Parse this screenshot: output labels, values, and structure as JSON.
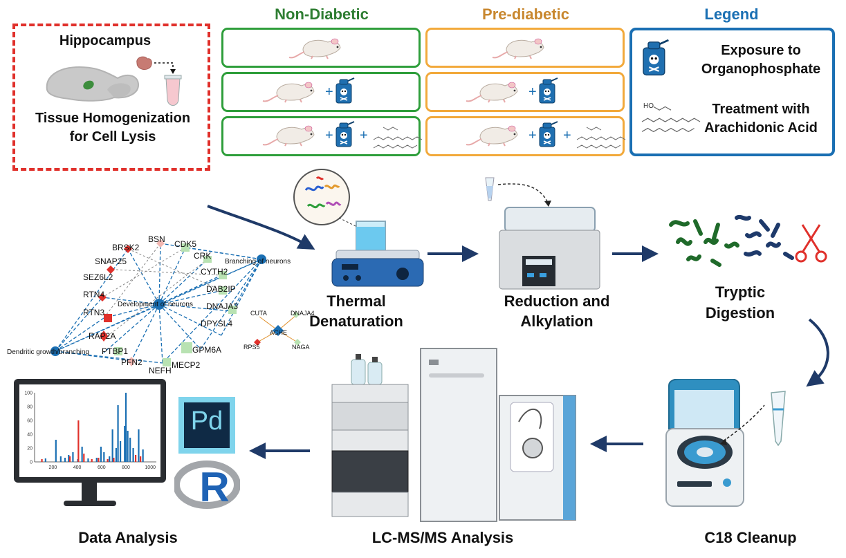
{
  "colors": {
    "non_diabetic": "#2e9e3b",
    "pre_diabetic": "#f2a93b",
    "legend": "#1a6fb3",
    "dashed_box": "#e0302b",
    "arrow": "#1f3a68"
  },
  "hippocampus": {
    "title": "Hippocampus",
    "line1": "Tissue Homogenization",
    "line2": "for Cell Lysis"
  },
  "groups": {
    "non_diabetic": "Non-Diabetic",
    "pre_diabetic": "Pre-diabetic",
    "legend": "Legend"
  },
  "legend": {
    "op_line1": "Exposure to",
    "op_line2": "Organophosphate",
    "aa_line1": "Treatment with",
    "aa_line2": "Arachidonic Acid",
    "ho_label": "HO"
  },
  "steps": {
    "thermal_1": "Thermal",
    "thermal_2": "Denaturation",
    "reduction_1": "Reduction and",
    "reduction_2": "Alkylation",
    "tryptic_1": "Tryptic",
    "tryptic_2": "Digestion",
    "c18": "C18 Cleanup",
    "lcms": "LC-MS/MS Analysis",
    "data": "Data Analysis"
  },
  "network": {
    "hubs": [
      "Development of neurons",
      "Branching of neurons",
      "Dendritic growth/branching"
    ],
    "genes": [
      "BRSK2",
      "BSN",
      "CDK5",
      "SNAP25",
      "CRK",
      "CYTH2",
      "SEZ6L2",
      "DAB2IP",
      "RTN4",
      "DNAJA3",
      "RTN3",
      "DPYSL4",
      "RAP2A",
      "PTBP1",
      "GPM6A",
      "PFN2",
      "MECP2",
      "NEFH"
    ],
    "mini": [
      "CUTA",
      "DNAJA4",
      "ACHE",
      "RPS5",
      "NAGA"
    ]
  },
  "chart_data": {
    "type": "bar",
    "xticks": [
      "200",
      "400",
      "600",
      "800",
      "1000"
    ],
    "yticks": [
      "0",
      "20",
      "40",
      "60",
      "80",
      "100"
    ],
    "xlim": [
      50,
      1050
    ],
    "ylim": [
      0,
      100
    ],
    "series": [
      {
        "color": "#1a6fb3",
        "x": [
          140,
          225,
          265,
          300,
          330,
          365,
          405,
          440,
          490,
          560,
          595,
          620,
          665,
          690,
          720,
          735,
          755,
          790,
          800,
          815,
          835,
          860,
          905,
          940
        ],
        "values": [
          5,
          32,
          8,
          6,
          10,
          14,
          4,
          22,
          5,
          6,
          22,
          14,
          8,
          47,
          20,
          82,
          30,
          52,
          100,
          45,
          35,
          20,
          47,
          18
        ]
      },
      {
        "color": "#e0302b",
        "x": [
          110,
          340,
          410,
          455,
          520,
          575,
          650,
          700,
          880,
          920
        ],
        "values": [
          4,
          8,
          60,
          12,
          4,
          6,
          4,
          6,
          10,
          8
        ]
      }
    ]
  },
  "software": {
    "pd": "Pd",
    "r": "R"
  }
}
